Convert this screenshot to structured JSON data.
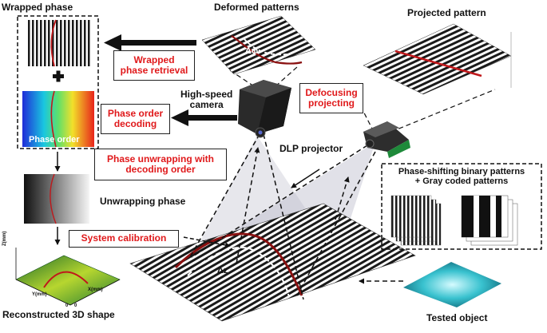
{
  "labels": {
    "wrapped_phase": "Wrapped phase",
    "phase_order": "Phase order",
    "deformed_patterns": "Deformed patterns",
    "projected_pattern": "Projected pattern",
    "high_speed_camera": "High-speed\ncamera",
    "dlp_projector": "DLP projector",
    "unwrapping_phase": "Unwrapping phase",
    "reconstructed_3d_shape": "Reconstructed 3D shape",
    "tested_object": "Tested object",
    "binary_patterns_title": "Phase-shifting binary patterns\n+ Gray coded patterns",
    "delta_phi": "Δϕ",
    "delta_z": "Δz"
  },
  "steps": {
    "wrapped_phase_retrieval": "Wrapped\nphase retrieval",
    "phase_order_decoding": "Phase order\ndecoding",
    "defocusing_projecting": "Defocusing\nprojecting",
    "phase_unwrapping": "Phase unwrapping with\ndecoding order",
    "system_calibration": "System calibration"
  },
  "axes_3d": {
    "z": "Z(mm)",
    "x": "X(mm)",
    "y": "Y(mm)",
    "zero_a": "0",
    "zero_b": "0"
  },
  "colors": {
    "accent_red": "#e0191b",
    "fringe_dark": "#1a1a1a",
    "beam_fill": "#c9c9d6",
    "object_cyan": "#2fb8c6",
    "mesh_green": "#3a9a3a"
  }
}
